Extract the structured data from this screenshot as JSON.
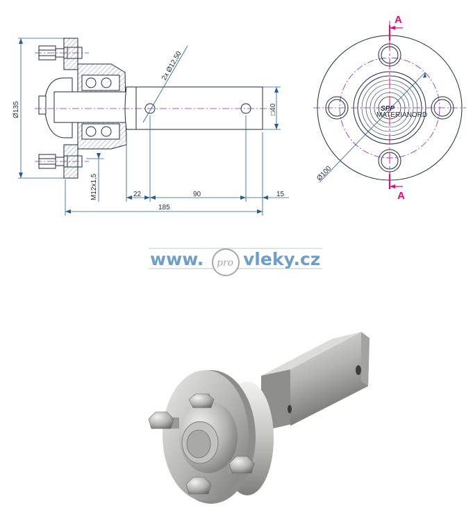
{
  "side_view": {
    "dim_flange_diameter": "Ø135",
    "dim_holes": "2x Ø12,50",
    "dim_square": "□40",
    "dim_thread": "M12x1,5",
    "dim_22": "22",
    "dim_90": "90",
    "dim_15": "15",
    "dim_185": "185"
  },
  "front_view": {
    "dim_bolt_circle": "Ø100",
    "section_top": "A",
    "section_bottom": "A",
    "cap_logo_main": "SPP",
    "cap_logo_sub": "MATERIANORD"
  },
  "watermark": {
    "prefix": "www.",
    "logo": "pro",
    "suffix": "vleky.cz"
  },
  "colors": {
    "outline": "#1b2a3a",
    "dimension": "#2a5c8c",
    "centerline": "#7b2cbf",
    "section": "#e0107a",
    "watermark": "#6f9fc6"
  }
}
